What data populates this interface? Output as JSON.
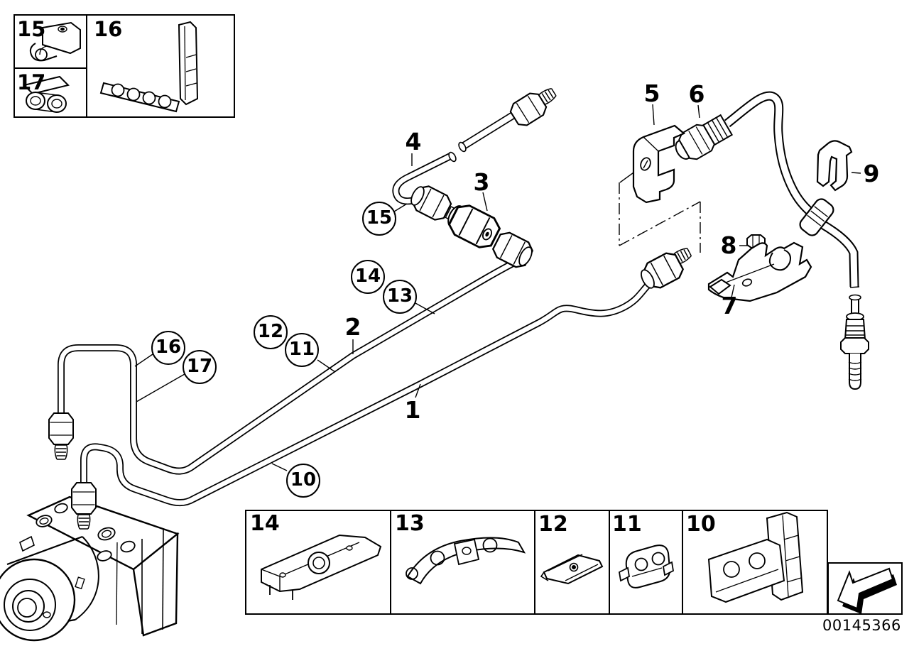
{
  "page": {
    "background_color": "#ffffff",
    "line_color": "#000000",
    "description_labels": {
      "legend_top": {
        "cell15": "15",
        "cell17": "17",
        "cell16": "16"
      },
      "legend_bottom": {
        "cell14": "14",
        "cell13": "13",
        "cell12": "12",
        "cell11": "11",
        "cell10": "10"
      }
    }
  },
  "legend_top": {
    "cell15": "15",
    "cell17": "17",
    "cell16": "16"
  },
  "legend_bottom": {
    "cell14": "14",
    "cell13": "13",
    "cell12": "12",
    "cell11": "11",
    "cell10": "10"
  },
  "callouts": {
    "circled": {
      "c15": "15",
      "c14": "14",
      "c13": "13",
      "c12": "12",
      "c11": "11",
      "c16": "16",
      "c17": "17",
      "c10": "10"
    },
    "plain": {
      "p1": "1",
      "p2": "2",
      "p3": "3",
      "p4": "4",
      "p5": "5",
      "p6": "6",
      "p7": "7",
      "p8": "8",
      "p9": "9"
    }
  },
  "footer": {
    "document_number": "00145366"
  }
}
